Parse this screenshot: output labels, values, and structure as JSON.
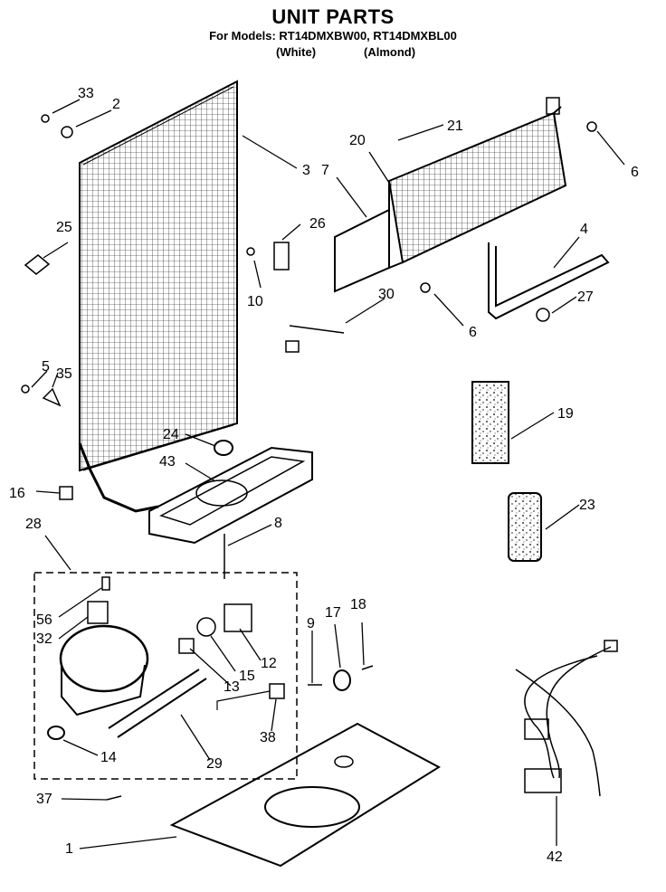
{
  "header": {
    "title": "UNIT PARTS",
    "models_line": "For Models: RT14DMXBW00, RT14DMXBL00",
    "variant_white": "(White)",
    "variant_almond": "(Almond)"
  },
  "callouts": [
    "33",
    "2",
    "3",
    "21",
    "20",
    "7",
    "6",
    "26",
    "25",
    "4",
    "10",
    "30",
    "27",
    "6",
    "5",
    "35",
    "19",
    "24",
    "43",
    "16",
    "23",
    "8",
    "28",
    "9",
    "17",
    "18",
    "56",
    "32",
    "12",
    "15",
    "13",
    "38",
    "14",
    "29",
    "37",
    "1",
    "42"
  ]
}
